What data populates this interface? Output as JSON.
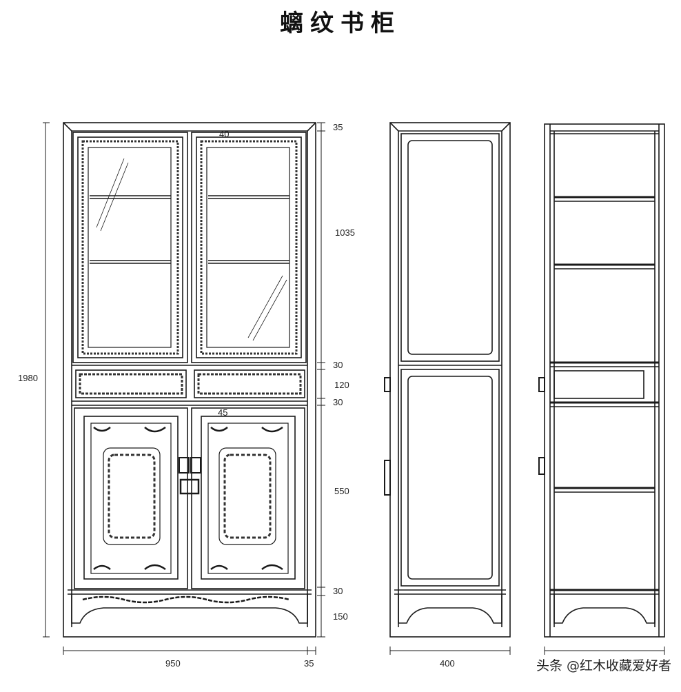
{
  "title": "螭纹书柜",
  "dimensions": {
    "total_height": "1980",
    "top_rail": "35",
    "top_center": "40",
    "glass_section": "1035",
    "rail_1": "30",
    "drawer_height": "120",
    "rail_2": "30",
    "lower_center": "45",
    "lower_doors": "550",
    "rail_3": "30",
    "base_height": "150",
    "width": "950",
    "leg": "35",
    "depth": "400"
  },
  "watermark": "头条 @红木收藏爱好者"
}
